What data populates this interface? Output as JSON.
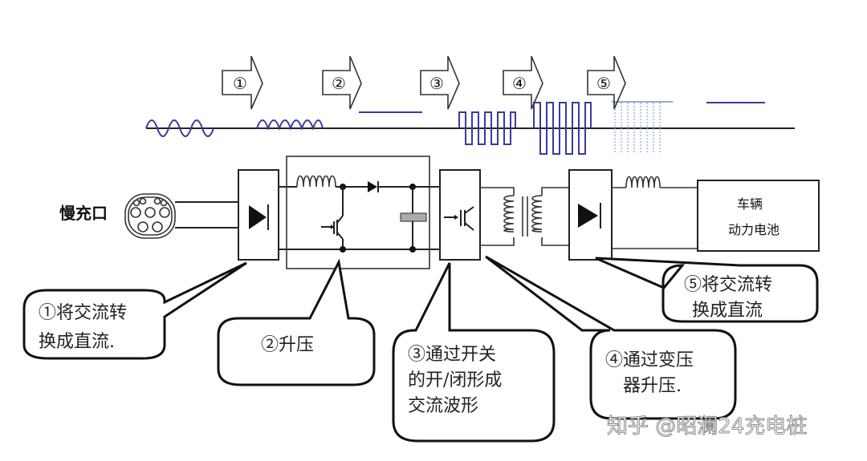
{
  "diagram": {
    "title": "慢充充电流程示意",
    "stage_arrows": [
      "①",
      "②",
      "③",
      "④",
      "⑤"
    ],
    "waveforms": [
      {
        "stage": "input",
        "shape": "sine-ac"
      },
      {
        "stage": "after-1",
        "shape": "rectified-half-sine"
      },
      {
        "stage": "after-2",
        "shape": "dc-high"
      },
      {
        "stage": "after-3",
        "shape": "square-ac"
      },
      {
        "stage": "after-4",
        "shape": "square-ac-high"
      },
      {
        "stage": "after-5",
        "shape": "rectified-faint"
      },
      {
        "stage": "output",
        "shape": "dc"
      }
    ],
    "port_label": "慢充口",
    "battery_label_line1": "车辆",
    "battery_label_line2": "动力电池",
    "callouts": [
      {
        "id": "1",
        "lines": [
          "①将交流转",
          "换成直流."
        ]
      },
      {
        "id": "2",
        "lines": [
          "②升压"
        ]
      },
      {
        "id": "3",
        "lines": [
          "③通过开关",
          "的开/闭形成",
          "交流波形"
        ]
      },
      {
        "id": "4",
        "lines": [
          "④通过变压",
          "器升压."
        ]
      },
      {
        "id": "5",
        "lines": [
          "⑤将交流转",
          "换成直流"
        ]
      }
    ],
    "watermark": "知乎 @昭澜24充电桩"
  }
}
